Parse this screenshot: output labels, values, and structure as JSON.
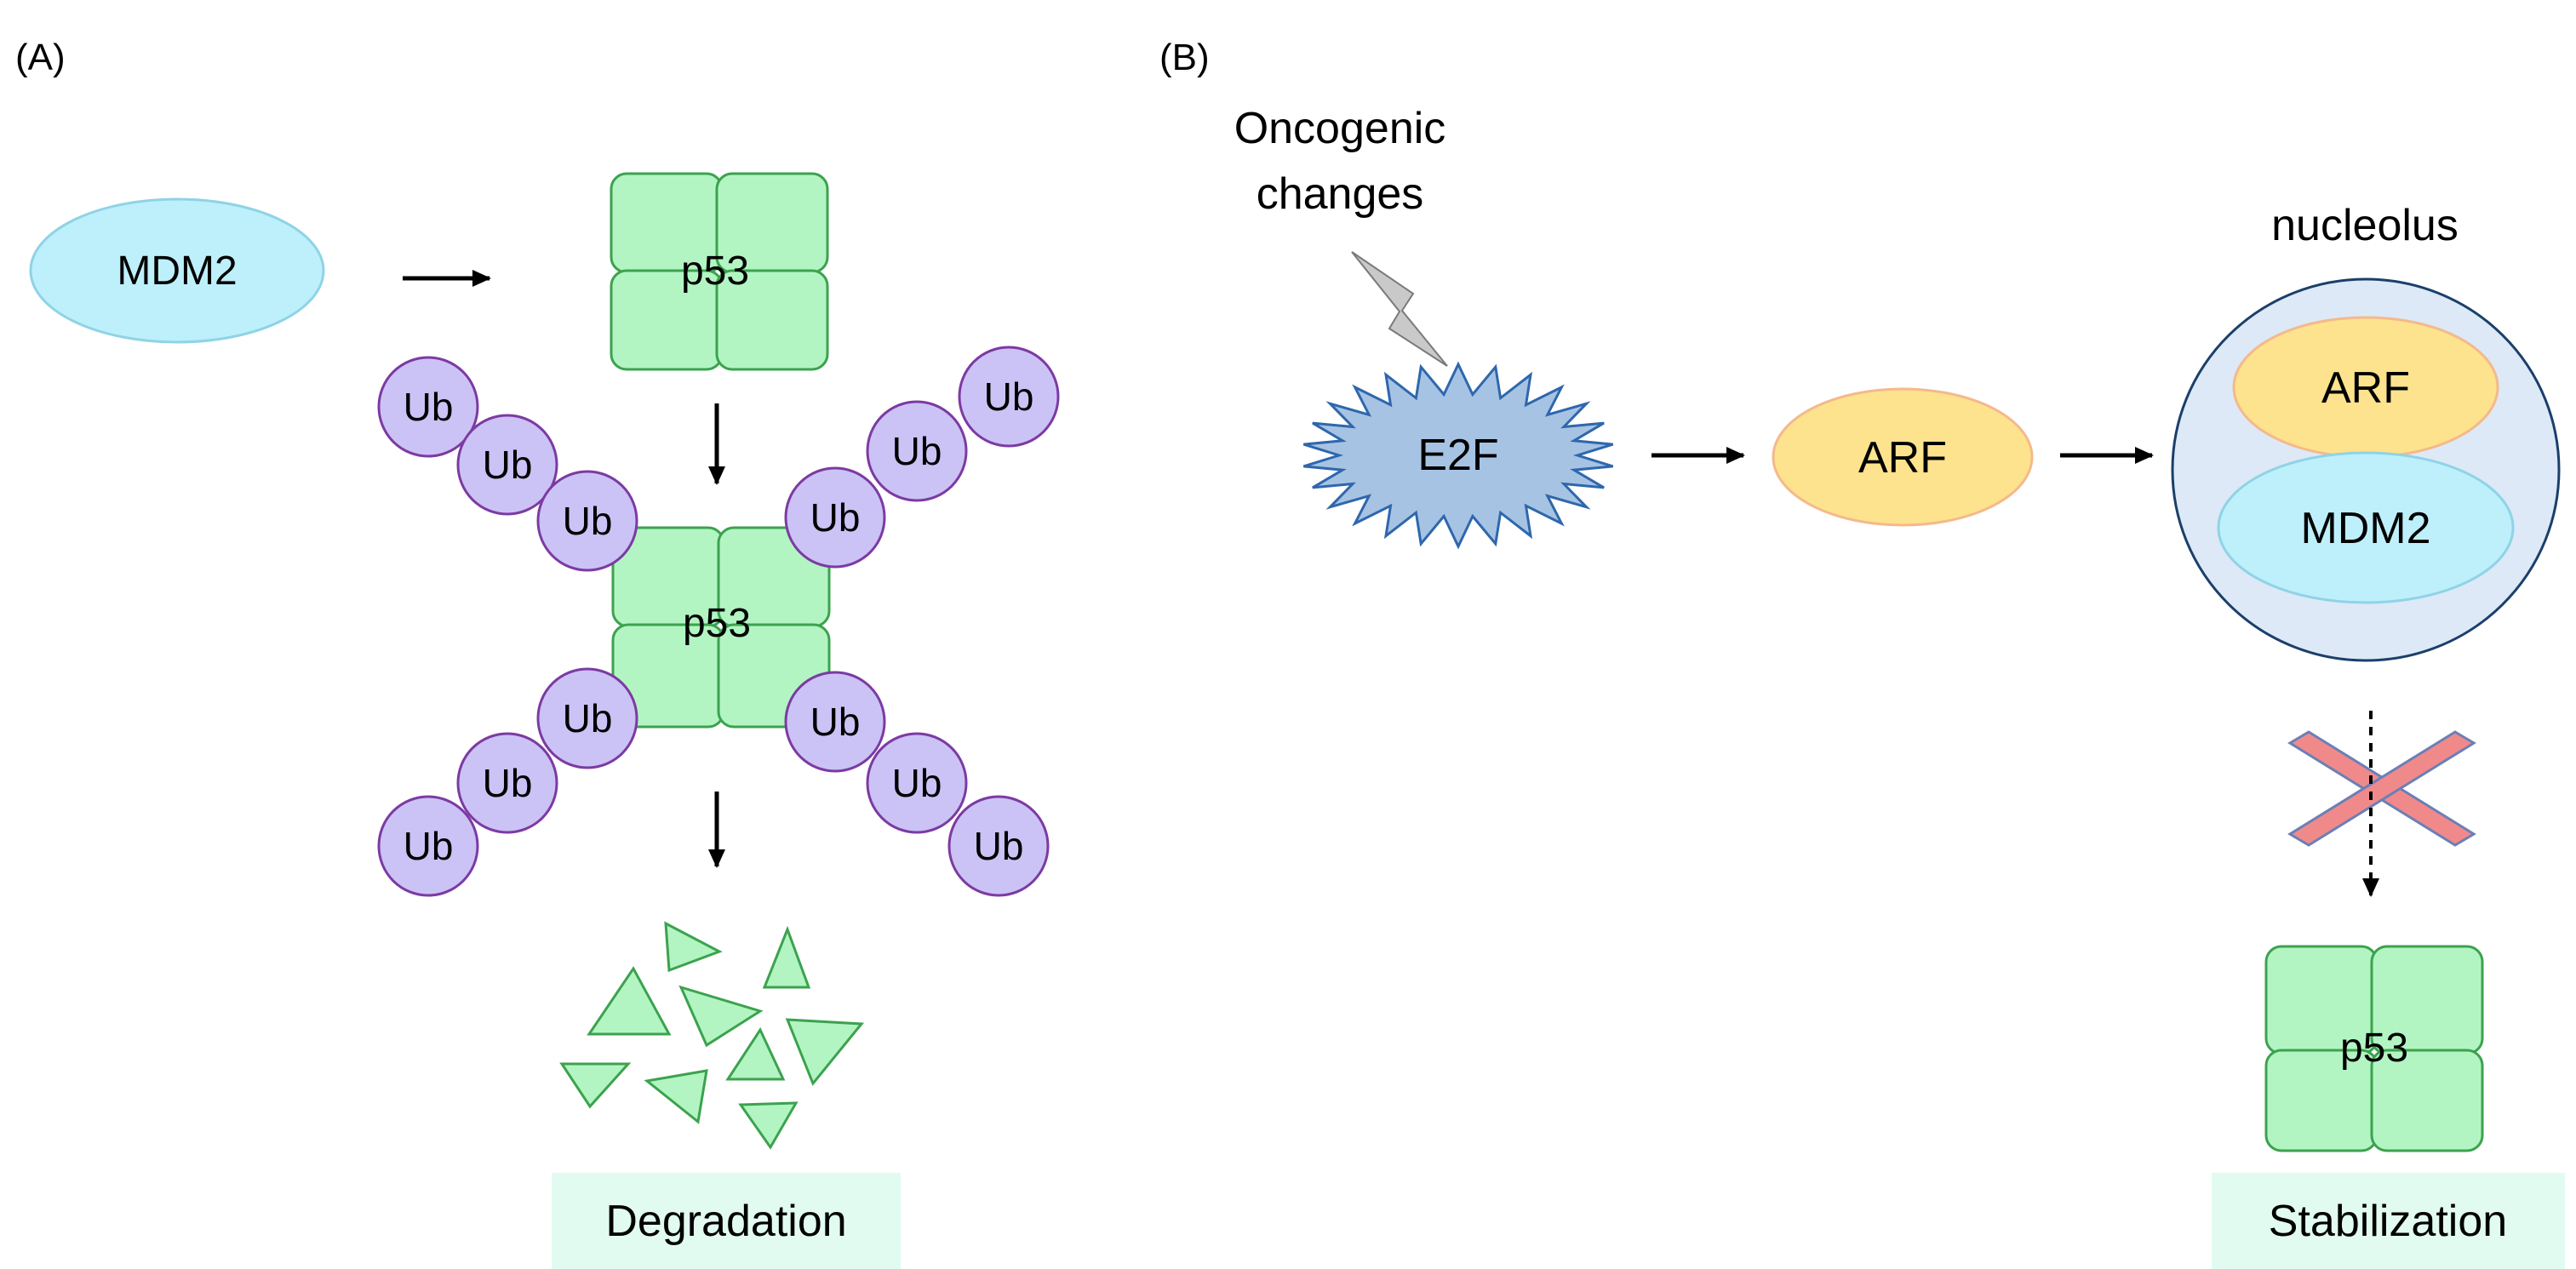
{
  "panel_a": {
    "label": "(A)",
    "mdm2_label": "MDM2",
    "p53_label": "p53",
    "p53_ub_label": "p53",
    "ub_label": "Ub",
    "result_label": "Degradation"
  },
  "panel_b": {
    "label": "(B)",
    "oncogenic_line1": "Oncogenic",
    "oncogenic_line2": "changes",
    "e2f_label": "E2F",
    "arf_label": "ARF",
    "nucleolus_title": "nucleolus",
    "nucleolus_arf_label": "ARF",
    "nucleolus_mdm2_label": "MDM2",
    "p53_label": "p53",
    "result_label": "Stabilization"
  },
  "colors": {
    "mdm2_fill": "#bdf0fb",
    "mdm2_stroke": "#8fd3e6",
    "p53_fill": "#b2f5c3",
    "p53_stroke": "#3ca24e",
    "ub_fill": "#cbc3f5",
    "ub_stroke": "#7c3aa3",
    "e2f_fill": "#a7c3e3",
    "e2f_stroke": "#2e67ad",
    "arf_fill": "#fde38d",
    "arf_stroke": "#f4b98c",
    "nucleolus_fill": "#dde9f6",
    "nucleolus_stroke": "#1b3f6b",
    "label_box_fill": "#e2fbf1",
    "cross_fill": "#f08a8a",
    "cross_stroke": "#6b7fb6",
    "lightning_fill": "#c9c9c9"
  }
}
